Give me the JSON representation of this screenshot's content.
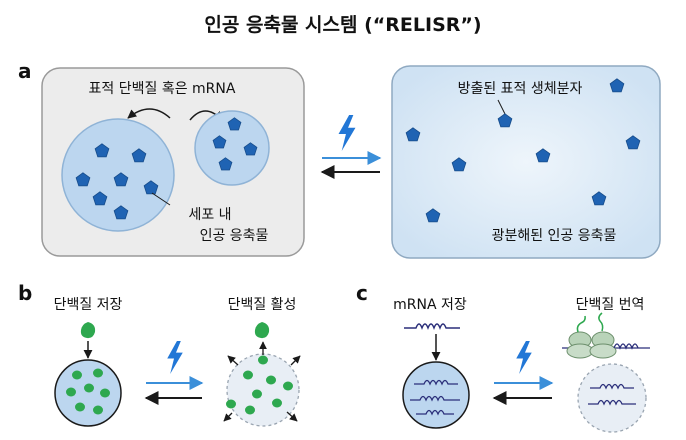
{
  "title": "인공 응축물 시스템 (“RELISR”)",
  "panels": {
    "a": {
      "letter": "a",
      "left_top_label": "표적 단백질 혹은 mRNA",
      "left_cell_label_line1": "세포 내",
      "left_cell_label_line2": "인공 응축물",
      "right_top_label": "방출된 표적 생체분자",
      "right_bottom_label": "광분해된 인공 응축물"
    },
    "b": {
      "letter": "b",
      "left_label": "단백질 저장",
      "right_label": "단백질 활성"
    },
    "c": {
      "letter": "c",
      "left_label": "mRNA 저장",
      "right_label": "단백질 번역"
    }
  },
  "colors": {
    "panel_a_left_bg": "#ececec",
    "panel_a_right_bg": "#dbe9f5",
    "condensate_fill": "#bcd6ef",
    "molecule_blue": "#1f63b3",
    "protein_green": "#2ea84f",
    "arrow_blue": "#3b8fd9",
    "lightning": "#2277d6"
  },
  "icons": [
    "lightning-icon",
    "pentagon-molecule-icon",
    "protein-drop-icon",
    "mrna-strand-icon",
    "ribosome-icon"
  ]
}
